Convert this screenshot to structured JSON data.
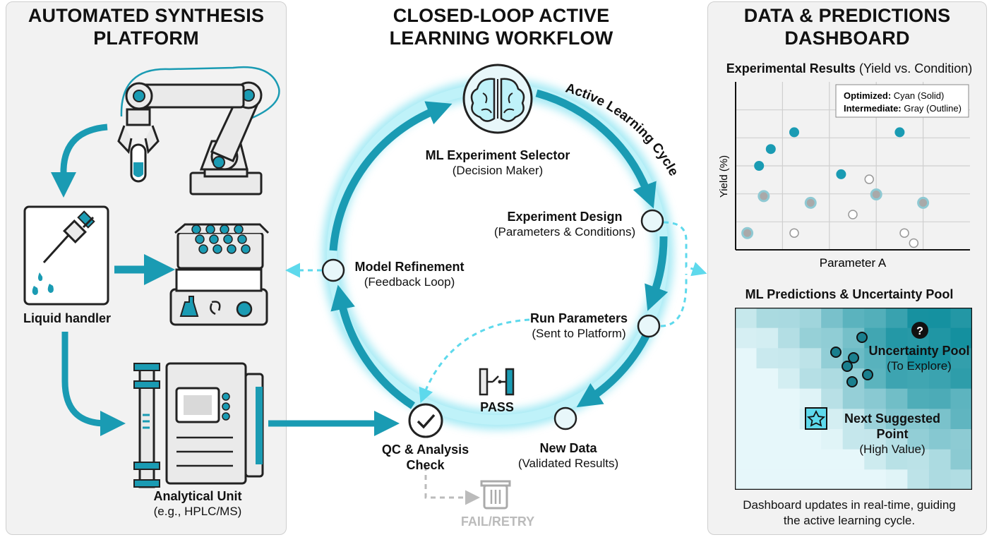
{
  "left_panel": {
    "title_line1": "AUTOMATED SYNTHESIS",
    "title_line2": "PLATFORM",
    "liquid_handler_label": "Liquid handler",
    "analytical_label": "Analytical Unit",
    "analytical_sub": "(e.g., HPLC/MS)"
  },
  "center": {
    "title_line1": "CLOSED-LOOP ACTIVE",
    "title_line2": "LEARNING WORKFLOW",
    "cycle_label": "Active Learning Cycle",
    "selector_title": "ML Experiment Selector",
    "selector_sub": "(Decision Maker)",
    "design_title": "Experiment Design",
    "design_sub": "(Parameters & Conditions)",
    "refine_title": "Model Refinement",
    "refine_sub": "(Feedback Loop)",
    "run_title": "Run Parameters",
    "run_sub": "(Sent to Platform)",
    "newdata_title": "New Data",
    "newdata_sub": "(Validated Results)",
    "qc_title_line1": "QC & Analysis",
    "qc_title_line2": "Check",
    "pass_label": "PASS",
    "fail_label": "FAIL/RETRY"
  },
  "right_panel": {
    "title_line1": "DATA & PREDICTIONS",
    "title_line2": "DASHBOARD",
    "footer_line1": "Dashboard updates in real-time, guiding",
    "footer_line2": "the active learning cycle."
  },
  "chart_data": [
    {
      "type": "scatter",
      "title": "Experimental Results",
      "subtitle": "(Yield vs. Condition)",
      "xlabel": "Parameter A",
      "ylabel": "Yield (%)",
      "legend": {
        "optimized_bold": "Optimized:",
        "optimized_text": "Cyan (Solid)",
        "intermediate_bold": "Intermediate:",
        "intermediate_text": "Gray (Outline)"
      },
      "legend_position": "top-right",
      "grid": true,
      "xlim": [
        0,
        10
      ],
      "ylim": [
        0,
        10
      ],
      "series": [
        {
          "name": "Optimized",
          "style": "solid",
          "color": "#1a9bb3",
          "points": [
            [
              1,
              5
            ],
            [
              1.5,
              6
            ],
            [
              2.5,
              7
            ],
            [
              4.5,
              4.5
            ],
            [
              7,
              7
            ]
          ]
        },
        {
          "name": "Intermediate",
          "style": "filled-gray",
          "color": "#8fc9d3",
          "points": [
            [
              0.5,
              1
            ],
            [
              1.2,
              3.2
            ],
            [
              3.2,
              2.8
            ],
            [
              6,
              3.3
            ],
            [
              8,
              2.8
            ]
          ]
        },
        {
          "name": "Intermediate",
          "style": "outline",
          "color": "#999999",
          "points": [
            [
              2.5,
              1
            ],
            [
              5,
              2.1
            ],
            [
              5.7,
              4.2
            ],
            [
              7.2,
              1
            ],
            [
              7.6,
              0.4
            ]
          ]
        }
      ]
    },
    {
      "type": "heatmap",
      "title": "ML Predictions & Uncertainty Pool",
      "annotations": [
        {
          "title": "Uncertainty Pool",
          "sub": "(To Explore)"
        },
        {
          "title": "Next Suggested Point",
          "sub": "(High Value)"
        }
      ],
      "colors": {
        "low": "#e6f7fa",
        "high": "#14909f"
      }
    }
  ],
  "colors": {
    "accent": "#1a9bb3",
    "accent_glow": "#5ed9ec",
    "panel_bg": "#f2f2f2"
  },
  "icons": [
    "robot-arm-icon",
    "pipette-icon",
    "well-plate-shaker-icon",
    "hplc-column-icon",
    "analyzer-icon",
    "brain-icon",
    "check-icon",
    "switch-icon",
    "trash-icon",
    "question-icon",
    "star-icon"
  ]
}
